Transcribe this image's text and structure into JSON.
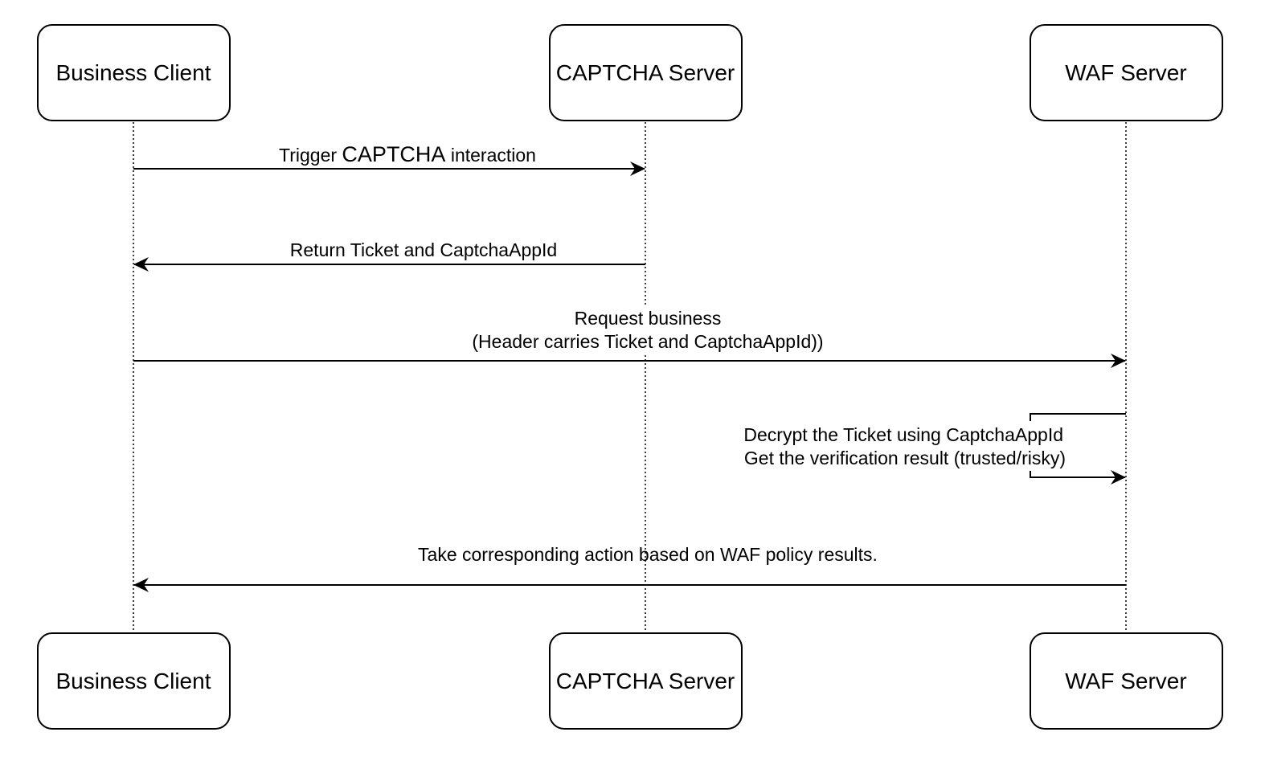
{
  "participants": [
    {
      "id": "client",
      "label": "Business Client"
    },
    {
      "id": "captcha",
      "label": "CAPTCHA Server"
    },
    {
      "id": "waf",
      "label": "WAF Server"
    }
  ],
  "messages": [
    {
      "id": "trigger",
      "from": "client",
      "to": "captcha",
      "label_parts": [
        "Trigger ",
        "CAPTCHA",
        " interaction"
      ]
    },
    {
      "id": "return-ticket",
      "from": "captcha",
      "to": "client",
      "lines": [
        "Return Ticket and CaptchaAppId"
      ]
    },
    {
      "id": "request-business",
      "from": "client",
      "to": "waf",
      "lines": [
        "Request business",
        "(Header carries Ticket and CaptchaAppId))"
      ]
    },
    {
      "id": "decrypt",
      "from": "waf",
      "to": "waf",
      "lines": [
        "Decrypt the Ticket using CaptchaAppId",
        "Get the verification result  (trusted/risky)"
      ]
    },
    {
      "id": "take-action",
      "from": "waf",
      "to": "client",
      "lines": [
        "Take corresponding action based on WAF policy results."
      ]
    }
  ]
}
